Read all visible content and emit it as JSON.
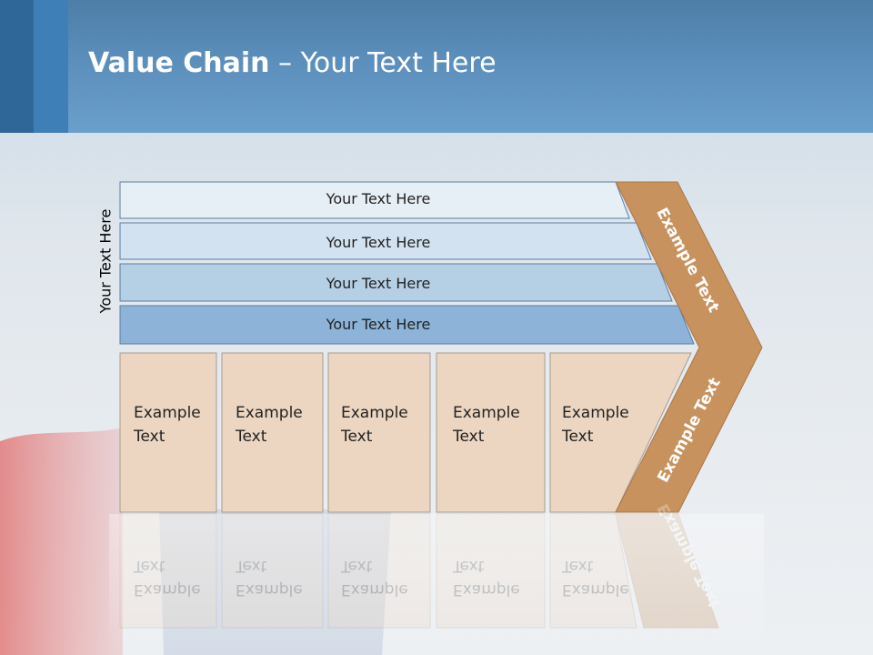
{
  "header": {
    "title_bold": "Value Chain",
    "title_rest": " – Your Text Here"
  },
  "side_label": "Your Text Here",
  "bars": [
    {
      "label": "Your Text Here",
      "color": "#e6eef6"
    },
    {
      "label": "Your Text Here",
      "color": "#d2e2f0"
    },
    {
      "label": "Your Text Here",
      "color": "#b5cfe5"
    },
    {
      "label": "Your Text Here",
      "color": "#8db3d8"
    }
  ],
  "boxes": [
    {
      "line1": "Example",
      "line2": "Text"
    },
    {
      "line1": "Example",
      "line2": "Text"
    },
    {
      "line1": "Example",
      "line2": "Text"
    },
    {
      "line1": "Example",
      "line2": "Text"
    },
    {
      "line1": "Example",
      "line2": "Text"
    }
  ],
  "chevron": {
    "upper_label": "Example Text",
    "lower_label": "Example Text",
    "color": "#c8925f"
  },
  "colors": {
    "box_fill": "#ecd6c2",
    "box_stroke": "#a89a8e",
    "bar_stroke": "#5a7da3"
  }
}
